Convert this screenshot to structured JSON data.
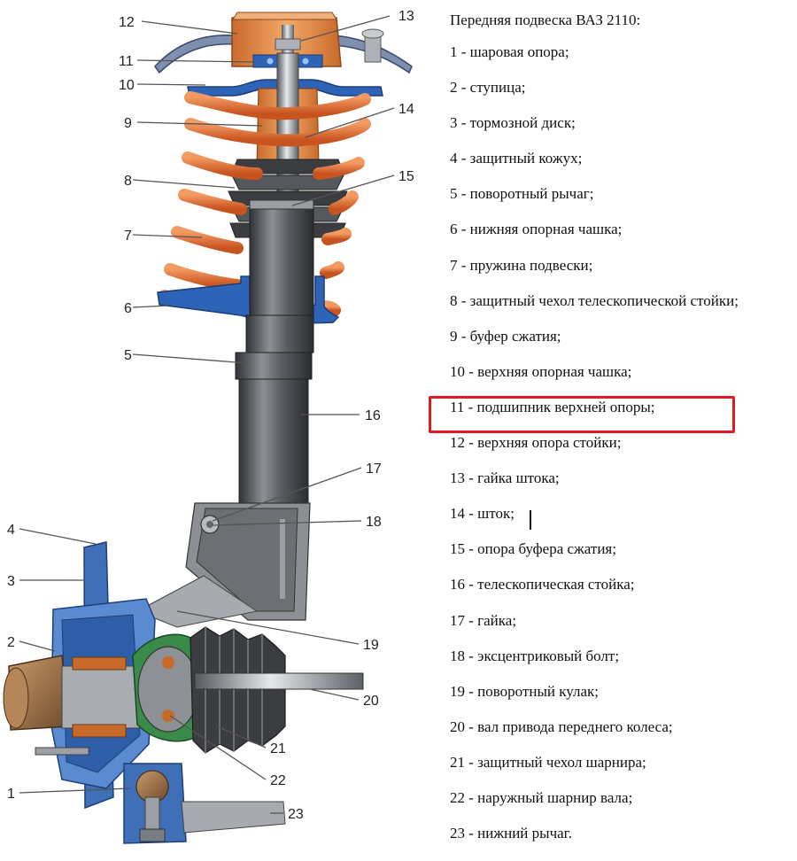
{
  "legend": {
    "title": "Передняя подвеска ВАЗ 2110:",
    "items": [
      "1 - шаровая опора;",
      "2 - ступица;",
      "3 - тормозной диск;",
      "4 - защитный кожух;",
      "5 - поворотный рычаг;",
      "6 - нижняя опорная чашка;",
      "7 - пружина подвески;",
      "8 - защитный чехол телескопической стойки;",
      "9 - буфер сжатия;",
      "10 - верхняя опорная чашка;",
      "11 - подшипник верхней опоры;",
      "12 - верхняя опора стойки;",
      "13 - гайка штока;",
      "14 - шток;",
      "15 - опора буфера сжатия;",
      "16 - телескопическая стойка;",
      "17 - гайка;",
      "18 - эксцентриковый болт;",
      "19 - поворотный кулак;",
      "20 - вал привода переднего колеса;",
      "21 - защитный чехол шарнира;",
      "22 - наружный шарнир вала;",
      "23 - нижний рычаг."
    ],
    "highlighted_item": "11 - подшипник верхней опоры;"
  },
  "diagram": {
    "callouts": [
      "1",
      "2",
      "3",
      "4",
      "5",
      "6",
      "7",
      "8",
      "9",
      "10",
      "11",
      "12",
      "13",
      "14",
      "15",
      "16",
      "17",
      "18",
      "19",
      "20",
      "21",
      "22",
      "23"
    ]
  },
  "colors": {
    "highlight": "#e01b24",
    "strut": "#4a4d52",
    "spring": "#e8733a",
    "bearing_housing": "#e8954a",
    "hub_blue": "#3f6fb6",
    "boot": "#3b3d40",
    "cv_green": "#3a8a4a"
  }
}
